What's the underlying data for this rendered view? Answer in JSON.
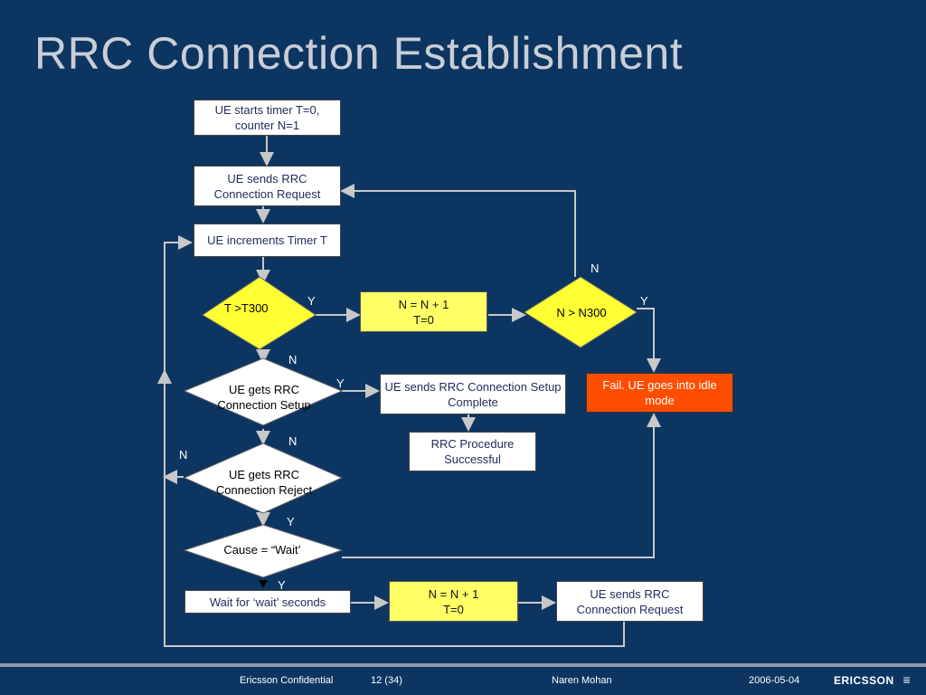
{
  "slide": {
    "title": "RRC Connection Establishment"
  },
  "flow": {
    "start": "UE starts timer T=0, counter N=1",
    "send_req": "UE sends RRC Connection Request",
    "inc_timer": "UE increments Timer T",
    "dec_t300": "T >T300",
    "nn1_top": "N = N + 1\nT=0",
    "dec_n300": "N > N300",
    "fail": "Fail. UE goes into idle mode",
    "dec_setup": "UE gets RRC Connection Setup",
    "send_complete": "UE sends RRC Connection Setup Complete",
    "success": "RRC Procedure Successful",
    "dec_reject": "UE gets RRC Connection Reject",
    "dec_wait": "Cause = “Wait’",
    "wait_box": "Wait for ‘wait’ seconds",
    "nn1_bottom": "N = N + 1\nT=0",
    "send_req2": "UE sends RRC Connection Request",
    "labels": {
      "n_top": "N",
      "y_t300": "Y",
      "y_n300": "Y",
      "n_t300": "N",
      "y_setup": "Y",
      "n_setup": "N",
      "n_left": "N",
      "y_reject": "Y",
      "y_wait": "Y"
    }
  },
  "footer": {
    "confidential": "Ericsson Confidential",
    "page": "12 (34)",
    "author": "Naren Mohan",
    "date": "2006-05-04",
    "logo": "ERICSSON"
  },
  "colors": {
    "background": "#0d3562",
    "title": "#c9ced6",
    "decision": "#ffff33",
    "fail": "#ff4d00",
    "connector": "#c8c8c8"
  }
}
